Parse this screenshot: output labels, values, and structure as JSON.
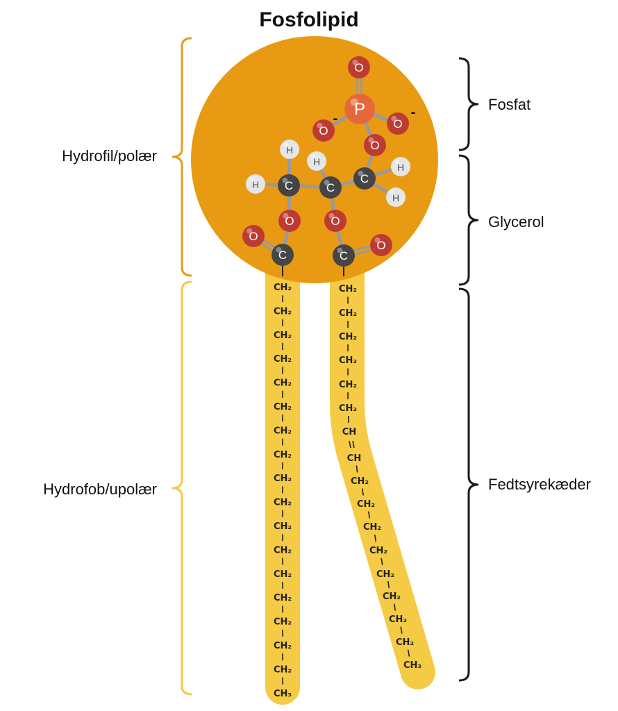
{
  "title": "Fosfolipid",
  "labels": {
    "hydrophilic": "Hydrofil/polær",
    "hydrophobic": "Hydrofob/upolær",
    "phosphate": "Fosfat",
    "glycerol": "Glycerol",
    "fatty_acids": "Fedtsyrekæder"
  },
  "colors": {
    "head": "#E99A13",
    "tail": "#F5CA45",
    "hydrophilic_brace": "#E89B16",
    "hydrophobic_brace": "#F6C844",
    "right_brace": "#1a1a1a",
    "oxygen": "#BE3B32",
    "carbon": "#454545",
    "hydrogen": "#E4E6E9",
    "phosphorus": "#E5683A"
  },
  "molecule": {
    "atoms": [
      "O",
      "P",
      "O",
      "O",
      "O",
      "C",
      "H",
      "H",
      "C",
      "H",
      "C",
      "H",
      "H",
      "O",
      "O",
      "O",
      "C",
      "C",
      "O"
    ],
    "charges": [
      "-",
      "-"
    ]
  },
  "tails": {
    "straight": [
      "CH₂",
      "CH₂",
      "CH₂",
      "CH₂",
      "CH₂",
      "CH₂",
      "CH₂",
      "CH₂",
      "CH₂",
      "CH₂",
      "CH₂",
      "CH₂",
      "CH₂",
      "CH₂",
      "CH₂",
      "CH₂",
      "CH₂",
      "CH₃"
    ],
    "bent": [
      "CH₂",
      "CH₂",
      "CH₂",
      "CH₂",
      "CH₂",
      "CH₂",
      "CH",
      "CH",
      "CH₂",
      "CH₂",
      "CH₂",
      "CH₂",
      "CH₂",
      "CH₂",
      "CH₂",
      "CH₂",
      "CH₃"
    ]
  }
}
